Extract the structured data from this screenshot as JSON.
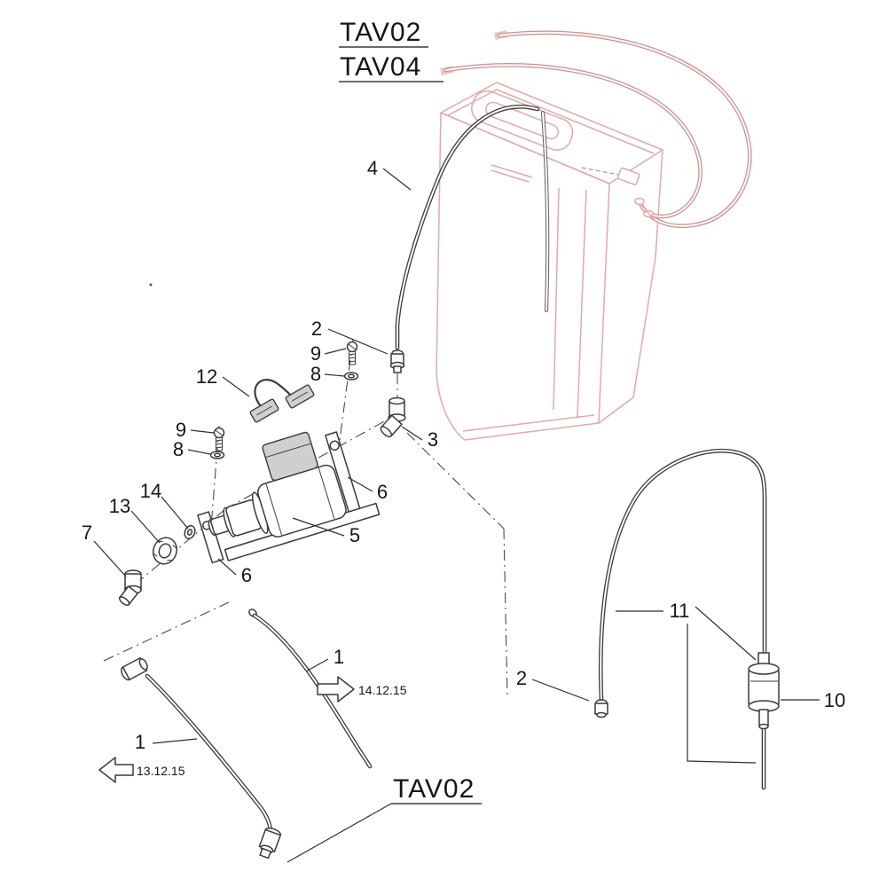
{
  "page": {
    "type": "exploded-parts-diagram",
    "background": "#ffffff"
  },
  "colors": {
    "ink": "#3a3a3a",
    "tank_outline": "#e2a9a9",
    "tube_pink": "#d28f8f"
  },
  "labels": {
    "tav02_top": "TAV02",
    "tav04_top": "TAV04",
    "tav02_bottom": "TAV02"
  },
  "revisions": {
    "right": {
      "date": "14.12.15",
      "icon": "block-arrow-right"
    },
    "left": {
      "date": "13.12.15",
      "icon": "block-arrow-left"
    }
  },
  "callouts": {
    "c4": "4",
    "c2_top": "2",
    "c9_top": "9",
    "c8_top": "8",
    "c12": "12",
    "c9_left": "9",
    "c8_left": "8",
    "c14": "14",
    "c13": "13",
    "c7": "7",
    "c6_right": "6",
    "c5": "5",
    "c6_left": "6",
    "c3": "3",
    "c1_upper": "1",
    "c1_lower": "1",
    "c2_bottom": "2",
    "c11": "11",
    "c10": "10"
  }
}
